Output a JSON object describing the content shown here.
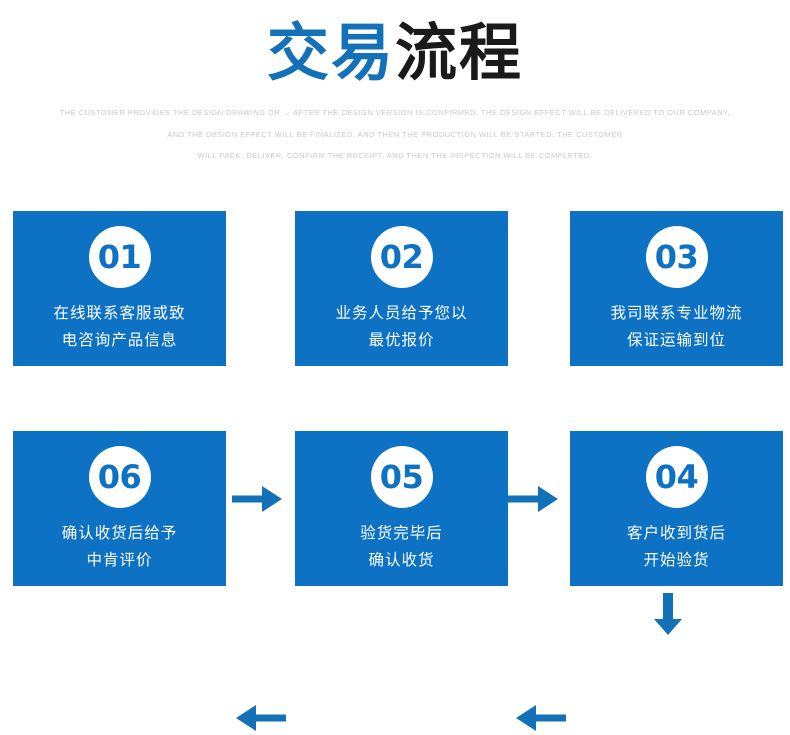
{
  "header": {
    "title_accent": "交易",
    "title_rest": "流程",
    "subtitle_lines": [
      "THE CUSTOMER PROVIDES THE DESIGN DRAWING OR → AFTER THE DESIGN VERSION IS CONFIRMED, THE DESIGN EFFECT WILL BE DELIVERED TO OUR COMPANY,",
      "AND THE DESIGN EFFECT WILL BE FINALIZED, AND THEN THE PRODUCTION WILL BE STARTED, THE CUSTOMER",
      "WILL PACK, DELIVER, CONFIRM THE RECEIPT, AND THEN THE INSPECTION WILL BE COMPLETED."
    ]
  },
  "colors": {
    "box_blue": "#0d71c4",
    "arrow_blue": "#1371b8",
    "title_accent": "#1371b8",
    "title_rest": "#1a1a1a",
    "subtitle_gray": "#c9c9c9",
    "circle_white": "#ffffff"
  },
  "steps": [
    {
      "number": "01",
      "line1": "在线联系客服或致",
      "line2": "电咨询产品信息"
    },
    {
      "number": "02",
      "line1": "业务人员给予您以",
      "line2": "最优报价"
    },
    {
      "number": "03",
      "line1": "我司联系专业物流",
      "line2": "保证运输到位"
    },
    {
      "number": "04",
      "line1": "客户收到货后",
      "line2": "开始验货"
    },
    {
      "number": "05",
      "line1": "验货完毕后",
      "line2": "确认收货"
    },
    {
      "number": "06",
      "line1": "确认收货后给予",
      "line2": "中肯评价"
    }
  ],
  "arrows": [
    {
      "name": "arrow-right-icon",
      "direction": "right"
    },
    {
      "name": "arrow-right-icon",
      "direction": "right"
    },
    {
      "name": "arrow-down-icon",
      "direction": "down"
    },
    {
      "name": "arrow-left-icon",
      "direction": "left"
    },
    {
      "name": "arrow-left-icon",
      "direction": "left"
    }
  ]
}
